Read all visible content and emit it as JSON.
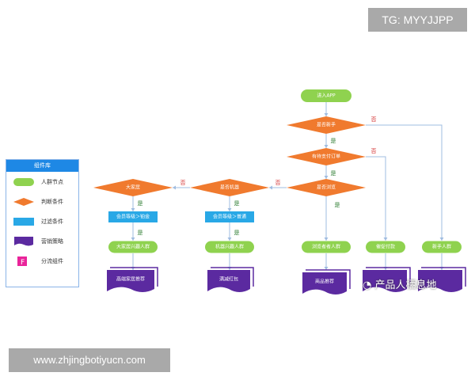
{
  "watermarks": {
    "top": "TG: MYYJJPP",
    "bottom": "www.zhjingbotiyucn.com"
  },
  "brand": {
    "text": "产品人栖息地",
    "icon": "wechat-icon"
  },
  "legend": {
    "title": "组件库",
    "items": [
      {
        "symbol": "pill",
        "label": "人群节点"
      },
      {
        "symbol": "diamond",
        "label": "判断条件"
      },
      {
        "symbol": "rect",
        "label": "过滤条件"
      },
      {
        "symbol": "wave",
        "label": "营销策略"
      },
      {
        "symbol": "split",
        "label": "分流组件"
      }
    ]
  },
  "colors": {
    "green": "#8fd24f",
    "orange": "#f07a2e",
    "blue": "#29a8e6",
    "purple": "#5b2aa0",
    "pink": "#e9249a",
    "line": "#9fbce0",
    "yes": "#2e7d32",
    "no": "#d32f2f"
  },
  "flow": {
    "start": "进入APP",
    "d_new_user": "是否新手",
    "d_order": "有待支付订单",
    "d_browse": "是否浏览",
    "d_big": "大家居",
    "d_building": "是否机器",
    "filter_big": "会员等级＞铂金",
    "filter_building": "会员等级＞普通",
    "node_big": "大家居兴趣人群",
    "node_building": "机器兴趣人群",
    "node_viewed": "浏览者者人群",
    "node_pending": "催促付款",
    "node_newbie": "新手人群",
    "strat_1": "高端家居推荐",
    "strat_2": "满减红包",
    "strat_3": "商品推荐",
    "yes": "是",
    "no": "否"
  }
}
